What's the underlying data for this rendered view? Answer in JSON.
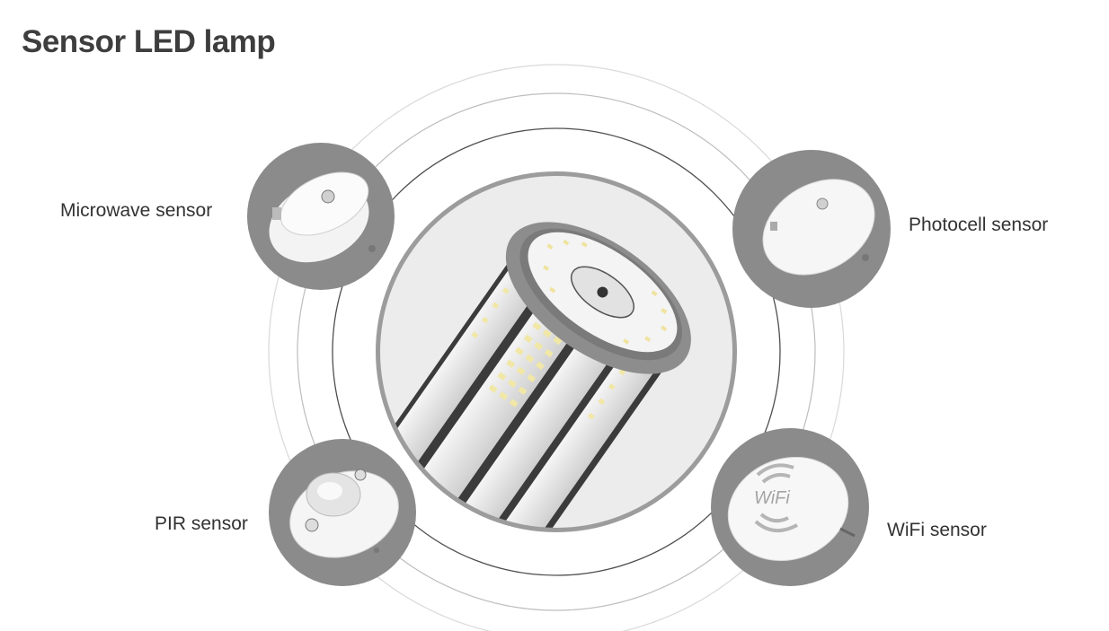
{
  "title": "Sensor LED lamp",
  "colors": {
    "title": "#3e3e3e",
    "label": "#333333",
    "bubble_bg": "#8b8b8b",
    "center_border": "#9c9c9c",
    "center_bg": "#ececec",
    "ring_inner": "#555555",
    "ring_middle": "#bbbbbb",
    "ring_outer": "#d6d6d6"
  },
  "center_product": {
    "name": "LED corn lamp",
    "icon": "led-corn-lamp-icon"
  },
  "sensors": [
    {
      "label": "Microwave sensor",
      "icon": "microwave-sensor-icon"
    },
    {
      "label": "Photocell sensor",
      "icon": "photocell-sensor-icon"
    },
    {
      "label": "PIR sensor",
      "icon": "pir-sensor-icon"
    },
    {
      "label": "WiFi sensor",
      "icon": "wifi-sensor-icon",
      "badge_text": "WiFi"
    }
  ]
}
